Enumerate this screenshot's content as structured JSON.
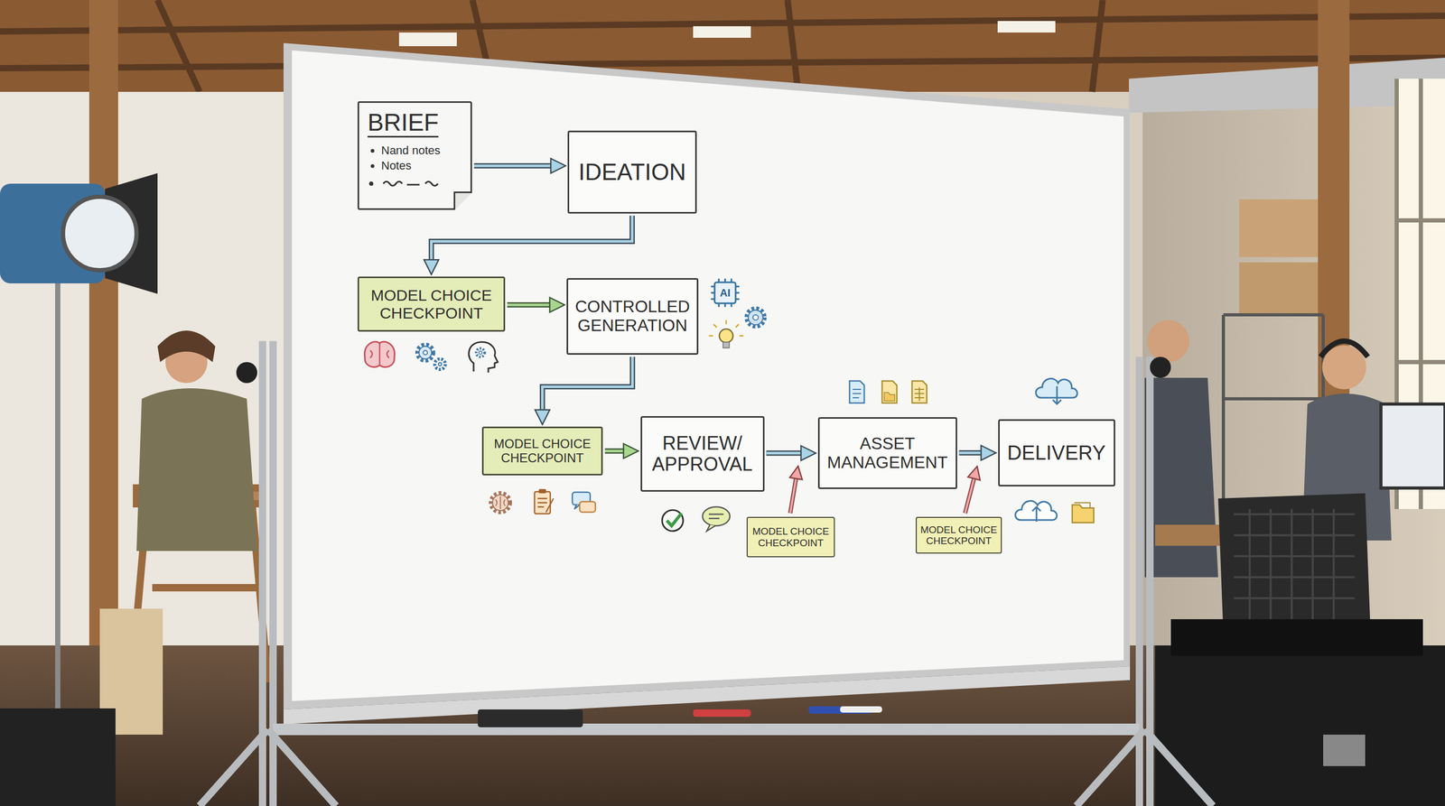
{
  "diagram": {
    "nodes": [
      {
        "text": [
          "BRIEF",
          "Nand notes",
          "Notes"
        ]
      },
      {
        "text": [
          "IDEATION"
        ]
      },
      {
        "text": [
          "MODEL CHOICE CHECKPOINT"
        ]
      },
      {
        "text": [
          "CONTROLLED GENERATION"
        ]
      },
      {
        "text": [
          "MODEL CHOICE CHECKPOINT"
        ]
      },
      {
        "text": [
          "REVIEW/ APPROVAL"
        ]
      },
      {
        "text": [
          "ASSET MANAGEMENT"
        ]
      },
      {
        "text": [
          "DELIVERY"
        ]
      },
      {
        "text": [
          "MODEL CHOICE CHECKPOINT"
        ]
      },
      {
        "text": [
          "MODEL CHOICE CHECKPOINT"
        ]
      }
    ],
    "edges": [
      {
        "from": 0,
        "to": 1,
        "arrow": "to"
      },
      {
        "from": 1,
        "to": 2,
        "arrow": "to"
      },
      {
        "from": 2,
        "to": 3,
        "arrow": "to"
      },
      {
        "from": 3,
        "to": 4,
        "arrow": "to"
      },
      {
        "from": 4,
        "to": 5,
        "arrow": "to"
      },
      {
        "from": 5,
        "to": 6,
        "arrow": "to"
      },
      {
        "from": 6,
        "to": 7,
        "arrow": "to"
      }
    ],
    "labels": [
      "AI"
    ]
  }
}
